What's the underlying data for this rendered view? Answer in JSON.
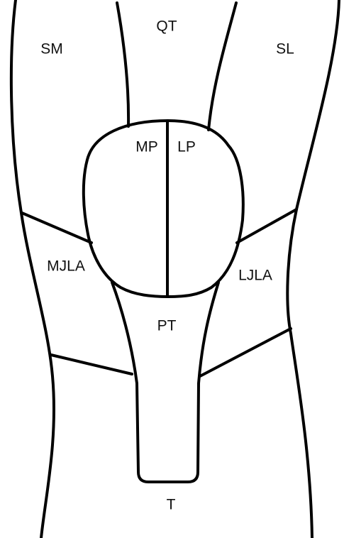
{
  "labels": {
    "qt": "QT",
    "sm": "SM",
    "sl": "SL",
    "mp": "MP",
    "lp": "LP",
    "mjla": "MJLA",
    "ljla": "LJLA",
    "pt": "PT",
    "t": "T"
  },
  "colors": {
    "stroke": "#000000",
    "background": "#ffffff",
    "text": "#111111"
  }
}
